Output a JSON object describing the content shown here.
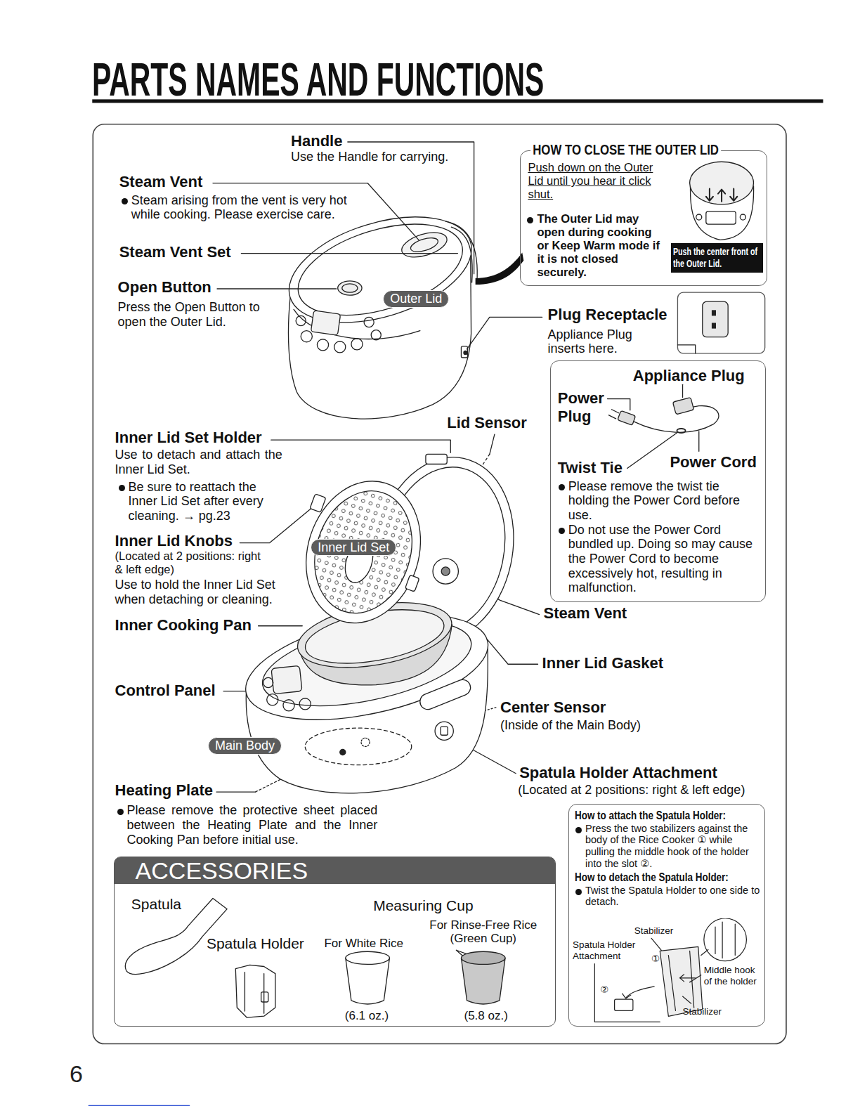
{
  "diagram": {
    "title": "PARTS NAMES AND FUNCTIONS",
    "nodes": [
      {
        "text": [
          "HOW TO CLOSE THE OUTER LID",
          "Push down on the Outer Lid until you hear it click shut.",
          "The Outer Lid may open during cooking or Keep Warm mode if it is not closed securely."
        ]
      },
      {
        "text": [
          "Push the center front of the Outer Lid."
        ],
        "in": 0
      },
      {
        "text": [
          "Outer Lid"
        ]
      },
      {
        "text": [
          "Appliance Plug",
          "Power Plug",
          "Twist Tie",
          "Power Cord",
          "Please remove the twist tie holding the Power Cord before use.",
          "Do not use the Power Cord bundled up. Doing so may cause the Power Cord to become excessively hot, resulting in malfunction."
        ]
      },
      {
        "text": [
          "Inner Lid Set"
        ]
      },
      {
        "text": [
          "Main Body"
        ]
      },
      {
        "text": [
          "How to attach the Spatula Holder:",
          "Press the two stabilizers against the body of the Rice Cooker ① while pulling the middle hook of the holder into the slot ②.",
          "How to detach the Spatula Holder:",
          "Twist the Spatula Holder to one side to detach.",
          "Stabilizer",
          "Spatula Holder Attachment",
          "①",
          "②",
          "Middle hook of the holder",
          "Stabilizer"
        ]
      },
      {
        "text": [
          "Spatula",
          "Spatula Holder",
          "Measuring Cup",
          "For White Rice",
          "For Rinse-Free Rice (Green Cup)",
          "(6.1 oz.)",
          "(5.8 oz.)"
        ]
      },
      {
        "text": [
          "ACCESSORIES"
        ],
        "in": 7
      }
    ],
    "labels": [
      "Handle",
      "Use the Handle for carrying.",
      "Steam Vent",
      "Steam arising from the vent is very hot while cooking. Please exercise care.",
      "Steam Vent Set",
      "Open Button",
      "Press the Open Button to open the Outer Lid.",
      "Plug Receptacle",
      "Appliance Plug inserts here.",
      "Lid Sensor",
      "Inner Lid Set Holder",
      "Use to detach and attach the Inner Lid Set.",
      "Be sure to reattach the Inner Lid Set after every cleaning. → pg.23",
      "Inner Lid Knobs",
      "(Located at 2 positions: right & left edge)",
      "Use to hold the Inner Lid Set when detaching or cleaning.",
      "Inner Cooking Pan",
      "Steam Vent",
      "Inner Lid Gasket",
      "Control Panel",
      "Center Sensor",
      "(Inside of the Main Body)",
      "Spatula Holder Attachment",
      "(Located at 2 positions: right & left edge)",
      "Heating Plate",
      "Please remove the protective sheet placed between the Heating Plate and the Inner Cooking Pan before initial use.",
      "6"
    ]
  }
}
